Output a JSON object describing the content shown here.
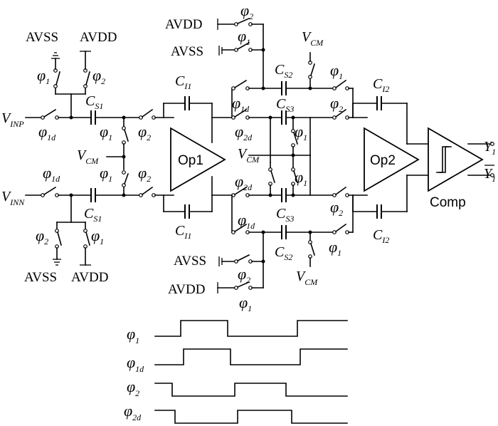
{
  "supplies": {
    "avss": "AVSS",
    "avdd": "AVDD"
  },
  "phases": {
    "phi": "φ",
    "p1": "1",
    "p2": "2",
    "p1d": "1d",
    "p2d": "2d"
  },
  "voltages": {
    "v": "V",
    "inp": "INP",
    "inn": "INN",
    "cm": "CM"
  },
  "caps": {
    "c": "C",
    "s1": "S1",
    "s2": "S2",
    "s3": "S3",
    "i1": "I1",
    "i2": "I2"
  },
  "blocks": {
    "op1": "Op1",
    "op2": "Op2",
    "comp": "Comp"
  },
  "outputs": {
    "y": "Y",
    "sub": "1"
  }
}
